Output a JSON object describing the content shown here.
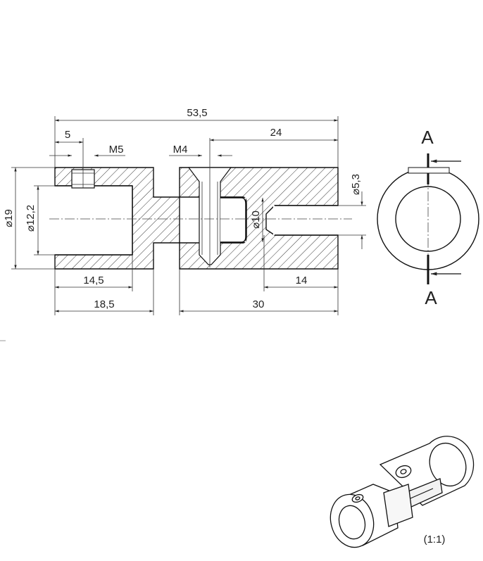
{
  "dimensions": {
    "overall_length": "53,5",
    "set_screw_offset": "5",
    "set_screw_thread": "M5",
    "pin_thread": "M4",
    "pin_offset": "24",
    "outer_diameter": "19",
    "bore_diameter": "12,2",
    "slot_width": "10",
    "small_bore_diameter": "5,3",
    "bore_depth_left": "14,5",
    "left_part_length": "18,5",
    "right_part_length": "30",
    "bore_depth_right": "14"
  },
  "section_marker": "A",
  "scale_note": "(1:1)",
  "diameter_symbol": "⌀"
}
